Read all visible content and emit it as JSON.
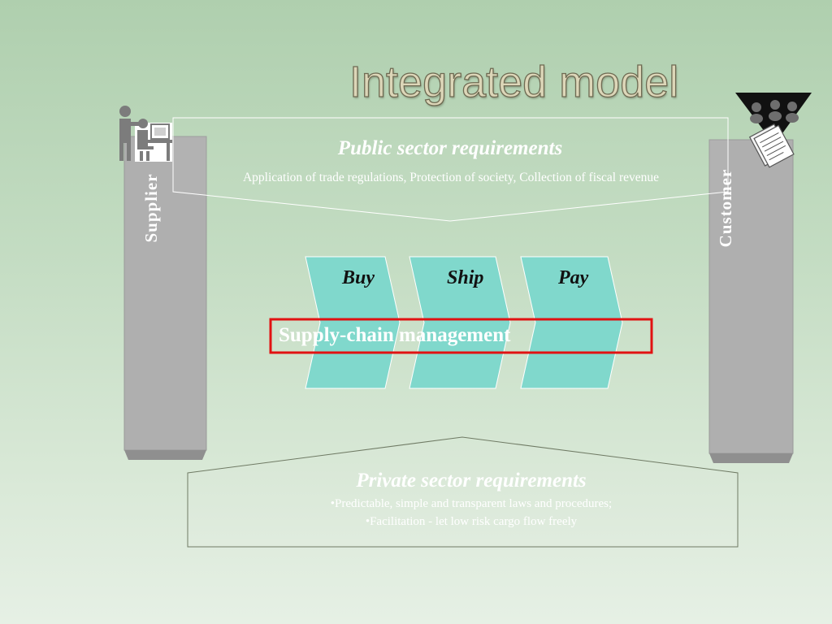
{
  "title": "Integrated model",
  "supplier": {
    "label": "Supplier"
  },
  "customer": {
    "label": "Customer"
  },
  "public_sector": {
    "title": "Public sector requirements",
    "description": "Application of trade regulations, Protection of society, Collection of fiscal revenue"
  },
  "private_sector": {
    "title": "Private sector requirements",
    "bullets": [
      "•Predictable, simple and transparent laws and procedures;",
      "•Facilitation - let low  risk cargo flow freely"
    ]
  },
  "steps": [
    {
      "label": "Buy"
    },
    {
      "label": "Ship"
    },
    {
      "label": "Pay"
    }
  ],
  "supply_chain": {
    "label": "Supply-chain management"
  },
  "colors": {
    "chevron_fill": "#80d8cc",
    "pillar_fill": "#afafaf",
    "highlight_border": "#e11212"
  },
  "icons": {
    "supplier": "person-at-computer-icon",
    "customer": "audience-with-documents-icon"
  }
}
